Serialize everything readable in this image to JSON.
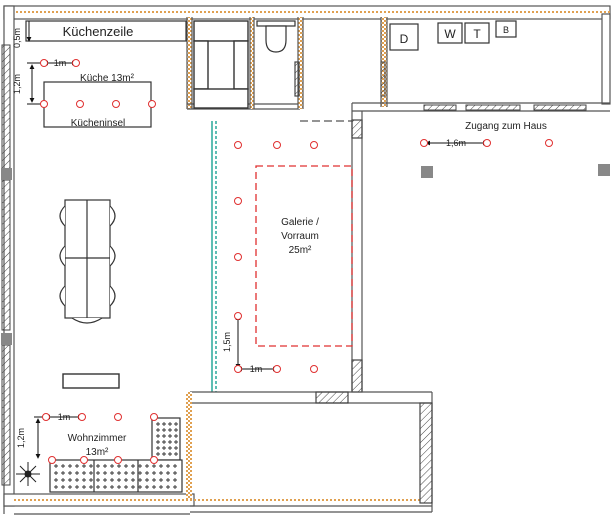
{
  "rooms": {
    "kuechenzeile": "Küchenzeile",
    "kueche": "Küche 13m²",
    "kuecheninsel": "Kücheninsel",
    "zugang": "Zugang zum Haus",
    "galerie_line1": "Galerie /",
    "galerie_line2": "Vorraum",
    "galerie_line3": "25m²",
    "wohnzimmer_line1": "Wohnzimmer",
    "wohnzimmer_line2": "13m²"
  },
  "appliances": {
    "d": "D",
    "w": "W",
    "t": "T",
    "b": "B"
  },
  "dimensions": {
    "d_05m": "0,5m",
    "d_1m_kueche": "1m",
    "d_12m_kueche": "1,2m",
    "d_16m": "1,6m",
    "d_15m": "1,5m",
    "d_1m_galerie": "1m",
    "d_1m_wohn": "1m",
    "d_12m_wohn": "1,2m"
  },
  "colors": {
    "wall": "#555555",
    "wood_trim": "#e0a050",
    "light_marker": "#e03030",
    "glass": "#2aa89a",
    "gallery_outline": "#e03030"
  }
}
